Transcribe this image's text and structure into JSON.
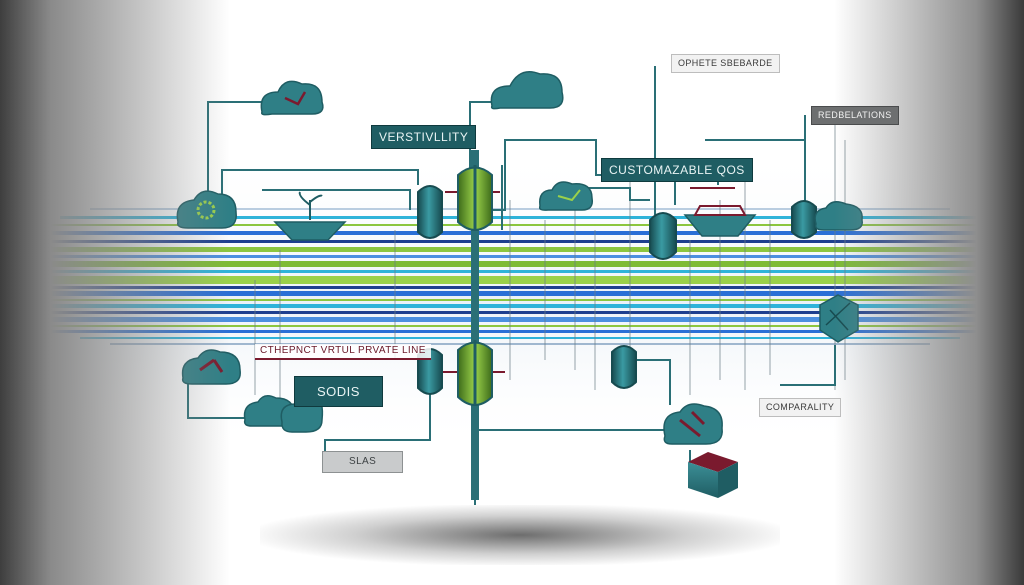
{
  "labels": {
    "versatility": "VERSTIVLLITY",
    "customizable_qos": "CUSTOMAZABLE QOS",
    "ophete_sbebarde": "OPHETE    SBEBARDE",
    "redbelations": "REDBELATIONS",
    "ethernet_private_line": "CTHEPNCT VRTUL PRVATE LINE",
    "sodis": "SODIS",
    "slas": "SLAS",
    "comparability": "COMPARALITY"
  },
  "colors": {
    "teal": "#2f7f86",
    "teal_dark": "#1f5d63",
    "lime": "#8cc63f",
    "blue": "#2a6fd6",
    "cyan": "#2fb3d9",
    "maroon": "#7a1a2e",
    "gray": "#6d6f70"
  },
  "icons": [
    "cloud-icon",
    "gear-icon",
    "plant-bowl-icon",
    "hexagon-icon",
    "server-box-icon",
    "broken-pipe-icon",
    "network-tower-icon"
  ]
}
